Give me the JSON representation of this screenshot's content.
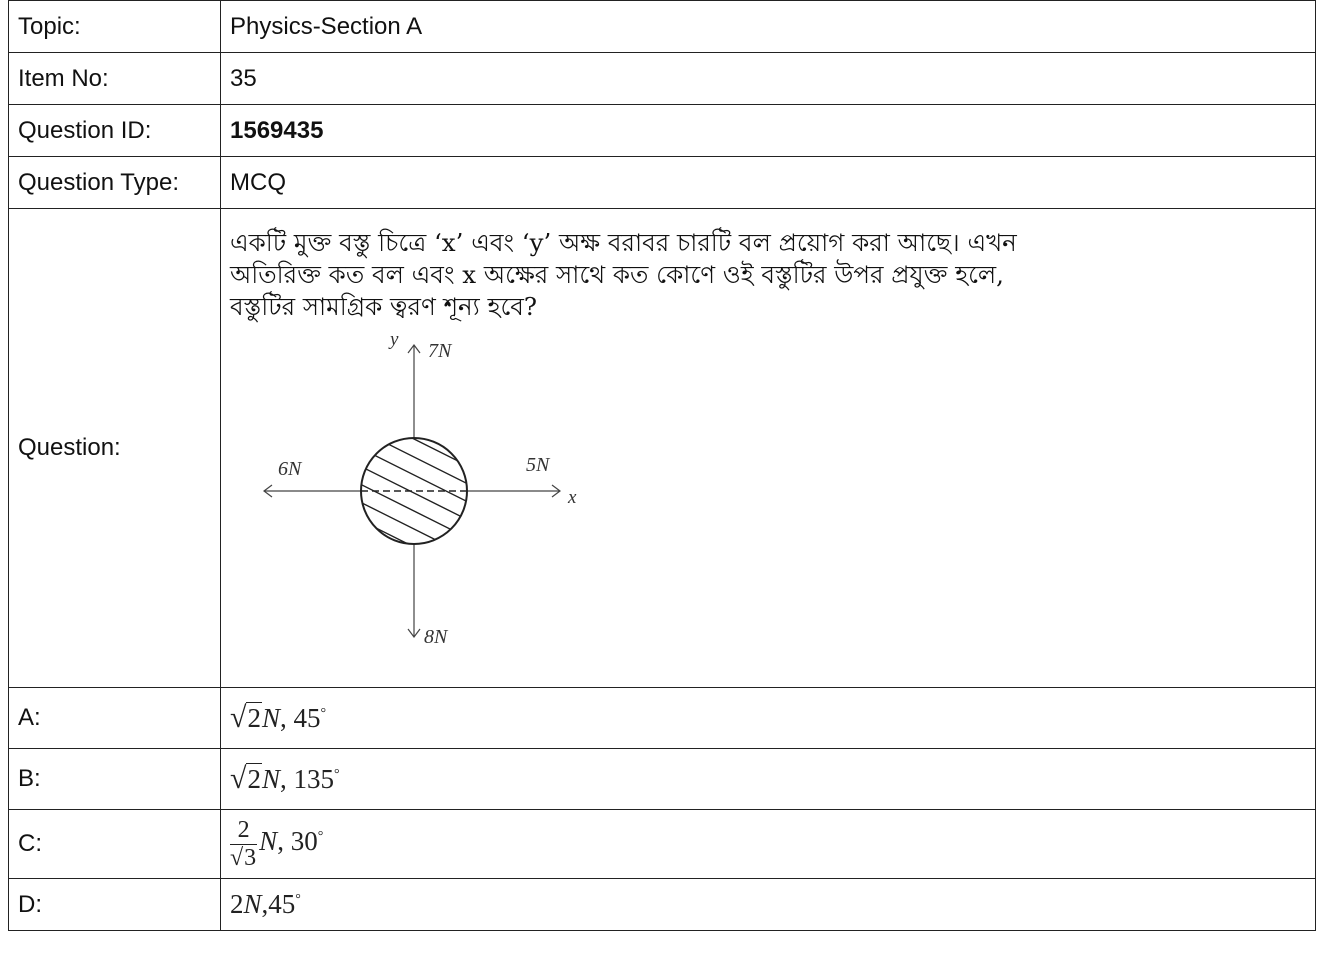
{
  "labels": {
    "topic": "Topic:",
    "item_no": "Item No:",
    "question_id": "Question ID:",
    "question_type": "Question Type:",
    "question": "Question:",
    "option_a": "A:",
    "option_b": "B:",
    "option_c": "C:",
    "option_d": "D:"
  },
  "values": {
    "topic": "Physics-Section A",
    "item_no": "35",
    "question_id": "1569435",
    "question_type": "MCQ"
  },
  "question": {
    "lines": [
      "একটি মুক্ত বস্তু চিত্রে ‘x’ এবং ‘y’ অক্ষ বরাবর চারটি বল প্রয়োগ করা আছে। এখন",
      "অতিরিক্ত কত বল এবং x অক্ষের সাথে কত কোণে ওই বস্তুটির উপর প্রযুক্ত হলে,",
      "বস্তুটির সামগ্রিক ত্বরণ শূন্য হবে?"
    ],
    "diagram": {
      "axis_y": "y",
      "axis_x": "x",
      "force_up": "7N",
      "force_down": "8N",
      "force_left": "6N",
      "force_right": "5N"
    }
  },
  "options": {
    "a": {
      "radicand": "2",
      "unit": "N",
      "angle": "45",
      "deg": "°"
    },
    "b": {
      "radicand": "2",
      "unit": "N",
      "angle": "135",
      "deg": "°"
    },
    "c": {
      "numerator": "2",
      "radicand": "3",
      "unit": "N",
      "angle": "30",
      "deg": "°"
    },
    "d": {
      "coef": "2",
      "unit": "N",
      "angle": "45",
      "deg": "°"
    }
  }
}
